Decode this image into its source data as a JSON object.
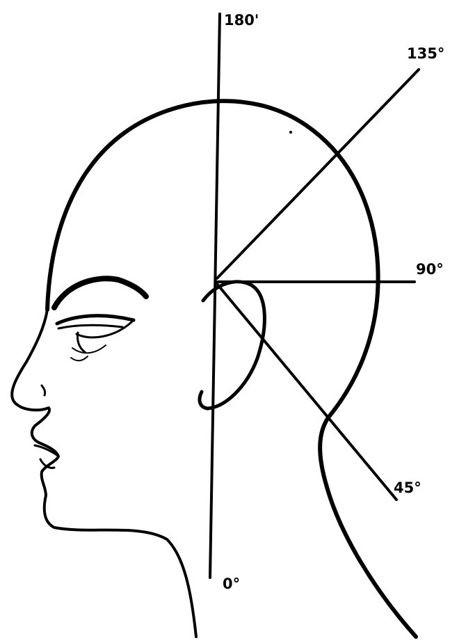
{
  "diagram": {
    "angles": [
      {
        "id": "angle-0",
        "label": "0°",
        "degrees": 0
      },
      {
        "id": "angle-45",
        "label": "45°",
        "degrees": 45
      },
      {
        "id": "angle-90",
        "label": "90°",
        "degrees": 90
      },
      {
        "id": "angle-135",
        "label": "135°",
        "degrees": 135
      },
      {
        "id": "angle-180",
        "label": "180'",
        "degrees": 180
      }
    ]
  },
  "colors": {
    "ink": "#000000",
    "background": "#ffffff"
  }
}
